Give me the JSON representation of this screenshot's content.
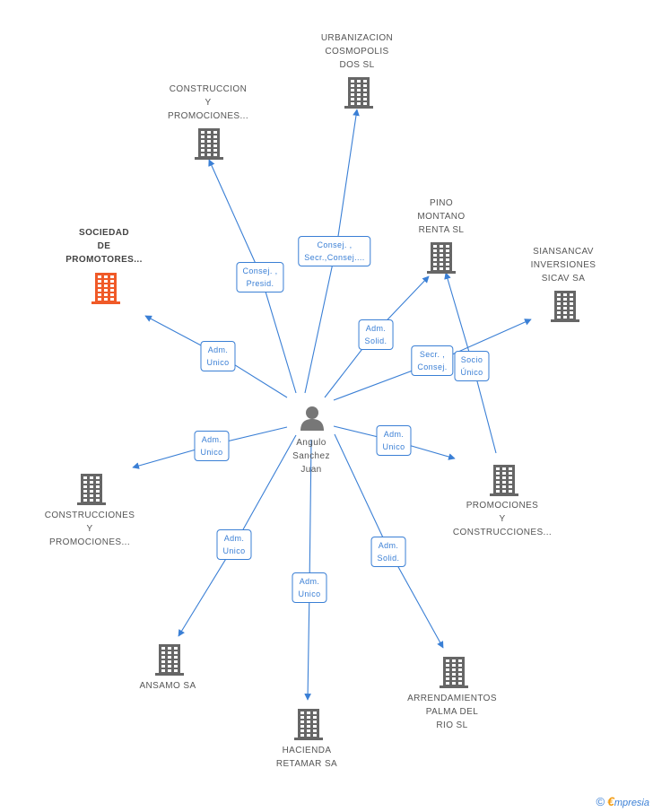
{
  "center": {
    "lines": [
      "Angulo",
      "Sanchez",
      "Juan"
    ]
  },
  "nodes": [
    {
      "id": "urbanizacion",
      "lines": [
        "URBANIZACION",
        "COSMOPOLIS",
        "DOS  SL"
      ],
      "highlight": false
    },
    {
      "id": "construccion-promociones",
      "lines": [
        "CONSTRUCCION",
        "Y",
        "PROMOCIONES..."
      ],
      "highlight": false
    },
    {
      "id": "sociedad-promotores",
      "lines": [
        "SOCIEDAD",
        "DE",
        "PROMOTORES..."
      ],
      "highlight": true
    },
    {
      "id": "pino-montano",
      "lines": [
        "PINO",
        "MONTANO",
        "RENTA  SL"
      ],
      "highlight": false
    },
    {
      "id": "siansancav",
      "lines": [
        "SIANSANCAV",
        "INVERSIONES",
        "SICAV SA"
      ],
      "highlight": false
    },
    {
      "id": "construcciones-promociones",
      "lines": [
        "CONSTRUCCIONES",
        "Y",
        "PROMOCIONES..."
      ],
      "highlight": false
    },
    {
      "id": "promociones-construcciones",
      "lines": [
        "PROMOCIONES",
        "Y",
        "CONSTRUCCIONES..."
      ],
      "highlight": false
    },
    {
      "id": "ansamo",
      "lines": [
        "ANSAMO SA"
      ],
      "highlight": false
    },
    {
      "id": "hacienda-retamar",
      "lines": [
        "HACIENDA",
        "RETAMAR SA"
      ],
      "highlight": false
    },
    {
      "id": "arrendamientos",
      "lines": [
        "ARRENDAMIENTOS",
        "PALMA DEL",
        "RIO  SL"
      ],
      "highlight": false
    }
  ],
  "edges": [
    {
      "id": "urbanizacion",
      "lines": [
        "Consej. ,",
        "Secr.,Consej...."
      ]
    },
    {
      "id": "construccion",
      "lines": [
        "Consej. ,",
        "Presid."
      ]
    },
    {
      "id": "sociedad",
      "lines": [
        "Adm.",
        "Unico"
      ]
    },
    {
      "id": "pino",
      "lines": [
        "Adm.",
        "Solid."
      ]
    },
    {
      "id": "siansancav",
      "lines": [
        "Secr. ,",
        "Consej."
      ]
    },
    {
      "id": "promociones-socio",
      "lines": [
        "Socio",
        "Único"
      ]
    },
    {
      "id": "construcciones",
      "lines": [
        "Adm.",
        "Unico"
      ]
    },
    {
      "id": "promociones",
      "lines": [
        "Adm.",
        "Unico"
      ]
    },
    {
      "id": "ansamo",
      "lines": [
        "Adm.",
        "Unico"
      ]
    },
    {
      "id": "hacienda",
      "lines": [
        "Adm.",
        "Unico"
      ]
    },
    {
      "id": "arrendamientos",
      "lines": [
        "Adm.",
        "Solid."
      ]
    }
  ],
  "colors": {
    "edge": "#3a7fd5",
    "building": "#666666",
    "highlight": "#f05a28"
  },
  "footer": {
    "symbol": "©",
    "brand_initial": "€",
    "brand_rest": "mpresia"
  }
}
